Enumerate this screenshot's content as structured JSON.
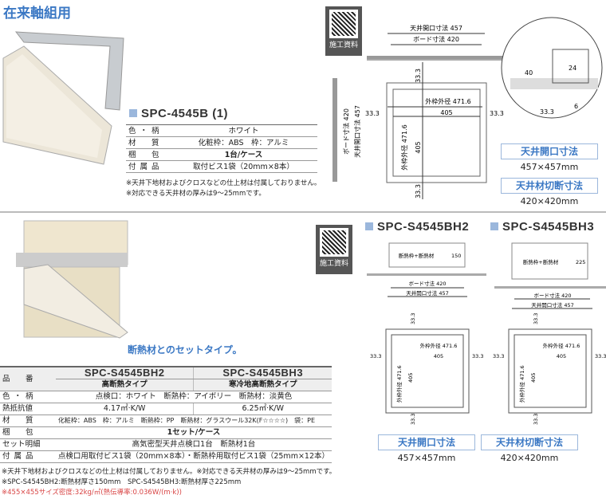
{
  "title": "在来軸組用",
  "top": {
    "model": "SPC-4545B (1)",
    "rows": [
      {
        "label": "色・柄",
        "value": "ホワイト"
      },
      {
        "label": "材　質",
        "value": "化粧枠：ABS　枠：アルミ"
      },
      {
        "label": "梱　包",
        "value": "1台/ケース"
      },
      {
        "label": "付属品",
        "value": "取付ビス1袋（20mm×8本）"
      }
    ],
    "notes": [
      "※天井下地材およびクロスなどの仕上材は付属しておりません。",
      "※対応できる天井材の厚みは9〜25mmです。"
    ],
    "qr_label": "施工資料",
    "dims": {
      "opening": "天井開口寸法 457",
      "board": "ボード寸法 420",
      "board_v": "ボード寸法 420",
      "opening_v": "天井開口寸法 457",
      "outer": "外枠外径 471.6",
      "inner": "405",
      "margin": "33.3",
      "d40": "40",
      "d24": "24",
      "d6": "6"
    },
    "opening_label": "天井開口寸法",
    "opening_value": "457×457mm",
    "cut_label": "天井材切断寸法",
    "cut_value": "420×420mm"
  },
  "bottom": {
    "tagline": "断熱材とのセットタイプ。",
    "qr_label": "施工資料",
    "models": [
      "SPC-S4545BH2",
      "SPC-S4545BH3"
    ],
    "types": [
      "高断熱タイプ",
      "寒冷地高断熱タイプ"
    ],
    "hinban": "品　番",
    "rows": [
      {
        "label": "色・柄",
        "value": "点検口：ホワイト　断熱枠：アイボリー　断熱材：淡黄色"
      },
      {
        "label": "熱抵抗値",
        "values": [
          "4.17㎡·K/W",
          "6.25㎡·K/W"
        ]
      },
      {
        "label": "材　質",
        "value": "化粧枠：ABS　枠：アルミ　断熱枠：PP　断熱材：グラスウール32K(F☆☆☆☆)　袋：PE"
      },
      {
        "label": "梱　包",
        "value": "1セット/ケース"
      },
      {
        "label": "セット明細",
        "value": "高気密型天井点検口1台　断熱材1台"
      },
      {
        "label": "付属品",
        "value": "点検口用取付ビス1袋（20mm×8本）・断熱枠用取付ビス1袋（25mm×12本）"
      }
    ],
    "notes": [
      "※天井下地材およびクロスなどの仕上材は付属しておりません。※対応できる天井材の厚みは9〜25mmです。",
      "※SPC-S4545BH2:断熱材厚さ150mm　SPC-S4545BH3:断熱材厚さ225mm"
    ],
    "red_note": "※455×455サイズ密度:32kg/㎡(熱伝導率:0.036W/(m·k))",
    "section_label": "断熱枠+断熱材",
    "h2": "150",
    "h3": "225",
    "board": "ボード寸法 420",
    "opening": "天井開口寸法 457",
    "outer": "外枠外径 471.6",
    "inner": "405",
    "margin": "33.3",
    "opening_label": "天井開口寸法",
    "opening_value": "457×457mm",
    "cut_label": "天井材切断寸法",
    "cut_value": "420×420mm"
  }
}
